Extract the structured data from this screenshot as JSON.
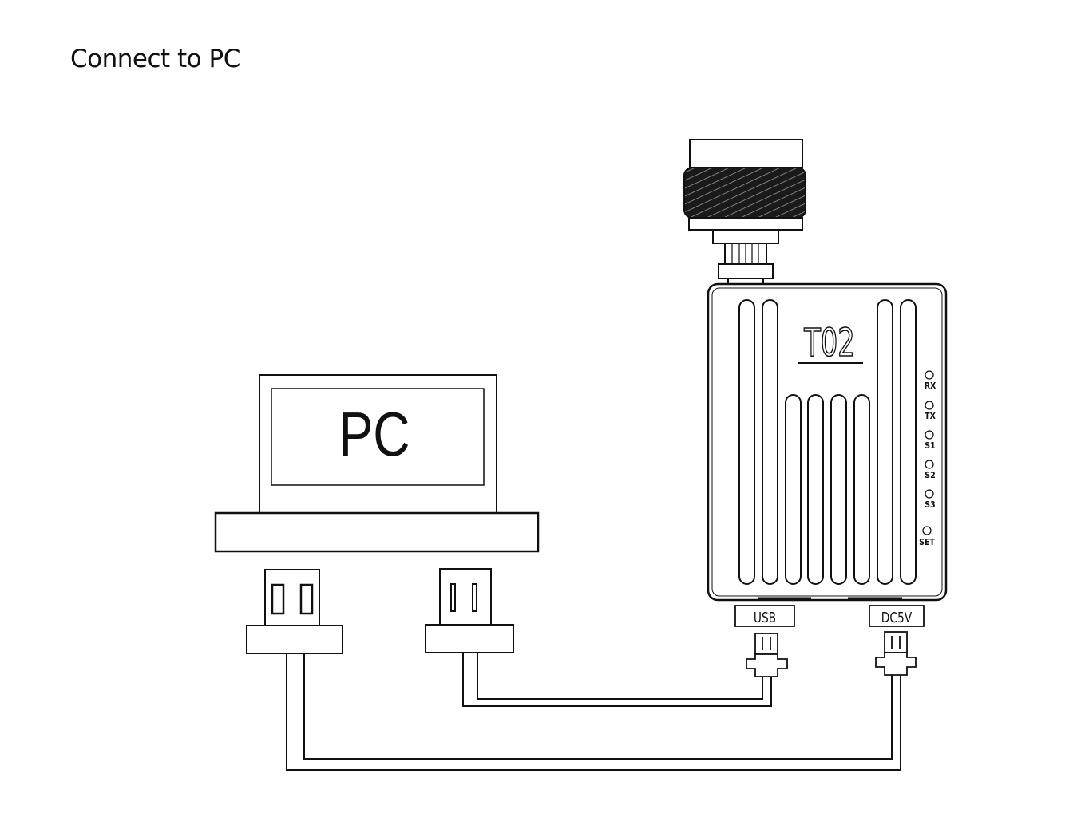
{
  "title": "Connect to PC",
  "pc": {
    "label": "PC"
  },
  "device": {
    "model": "T02",
    "leds": [
      "RX",
      "TX",
      "S1",
      "S2",
      "S3",
      "SET"
    ],
    "ports": {
      "usb": "USB",
      "power": "DC5V"
    }
  },
  "colors": {
    "line": "#111111",
    "background": "#ffffff"
  }
}
